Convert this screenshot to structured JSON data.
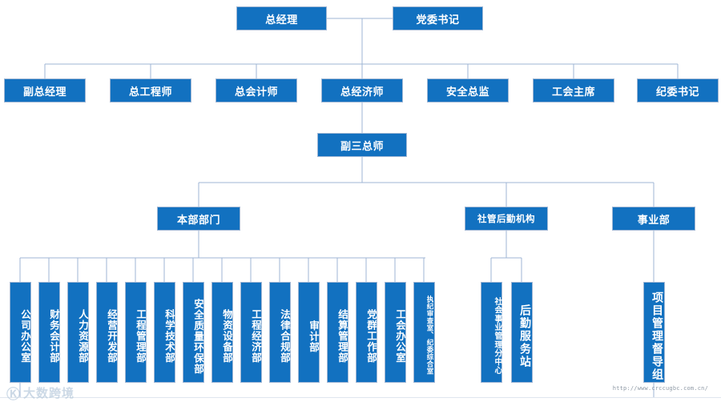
{
  "meta": {
    "title": "组织机构图",
    "accent_color": "#1271c0",
    "line_color": "#9fb6d4",
    "text_color": "#ffffff",
    "background": "#ffffff"
  },
  "level1": [
    {
      "id": "general-manager",
      "label": "总经理"
    },
    {
      "id": "party-secretary",
      "label": "党委书记"
    }
  ],
  "level2": [
    {
      "id": "deputy-general-manager",
      "label": "副总经理"
    },
    {
      "id": "chief-engineer",
      "label": "总工程师"
    },
    {
      "id": "chief-accountant",
      "label": "总会计师"
    },
    {
      "id": "chief-economist",
      "label": "总经济师"
    },
    {
      "id": "safety-director",
      "label": "安全总监"
    },
    {
      "id": "union-chairman",
      "label": "工会主席"
    },
    {
      "id": "discipline-secretary",
      "label": "纪委书记"
    }
  ],
  "level3": {
    "id": "deputy-three-chiefs",
    "label": "副三总师"
  },
  "level4": [
    {
      "id": "headquarters-departments",
      "label": "本部部门"
    },
    {
      "id": "social-logistics-org",
      "label": "社管后勤机构"
    },
    {
      "id": "business-division",
      "label": "事业部"
    }
  ],
  "headquarters_units": [
    {
      "id": "company-office",
      "label": "公司办公室"
    },
    {
      "id": "finance-accounting-dept",
      "label": "财务会计部"
    },
    {
      "id": "human-resources-dept",
      "label": "人力资源部"
    },
    {
      "id": "business-development-dept",
      "label": "经营开发部"
    },
    {
      "id": "engineering-management-dept",
      "label": "工程管理部"
    },
    {
      "id": "science-technology-dept",
      "label": "科学技术部"
    },
    {
      "id": "safety-quality-environment-dept",
      "label": "安全质量环保部"
    },
    {
      "id": "materials-equipment-dept",
      "label": "物资设备部"
    },
    {
      "id": "engineering-economy-dept",
      "label": "工程经济部"
    },
    {
      "id": "legal-compliance-dept",
      "label": "法律合规部"
    },
    {
      "id": "audit-dept",
      "label": "审计部"
    },
    {
      "id": "settlement-management-dept",
      "label": "结算管理部"
    },
    {
      "id": "party-mass-work-dept",
      "label": "党群工作部"
    },
    {
      "id": "union-office",
      "label": "工会办公室"
    },
    {
      "id": "discipline-inspection-office",
      "label": "执纪审查室、纪委综合室"
    }
  ],
  "social_logistics_units": [
    {
      "id": "social-affairs-management-center",
      "label": "社会事业管理分中心"
    },
    {
      "id": "logistics-service-station",
      "label": "后勤服务站"
    }
  ],
  "business_division_units": [
    {
      "id": "project-management-supervision-group",
      "label": "项目管理督导组"
    }
  ],
  "watermark": {
    "logo": "Ⓚ",
    "text": "大数跨境"
  },
  "footer": {
    "url": "http://www.crccugbc.com.cn/"
  }
}
